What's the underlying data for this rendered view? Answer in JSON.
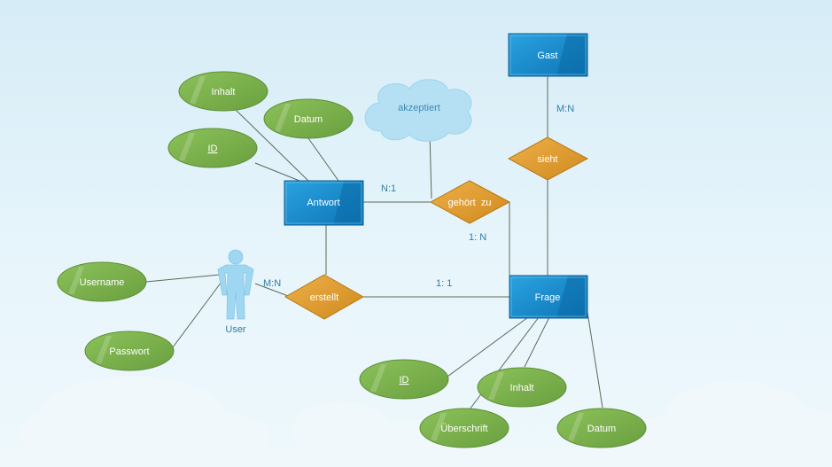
{
  "colors": {
    "entity": "#1a8fd1",
    "entity_dark": "#0b6aa6",
    "relationship": "#e09a26",
    "attribute": "#78ad4a",
    "user_figure": "#9fd6f1",
    "cloud": "#b5e0f4",
    "line": "#5a6a5a",
    "card_text": "#2f7ea6"
  },
  "entities": {
    "gast": "Gast",
    "antwort": "Antwort",
    "frage": "Frage"
  },
  "relationships": {
    "sieht": "sieht",
    "gehoert_zu": "gehört  zu",
    "erstellt": "erstellt"
  },
  "attributes": {
    "antwort_inhalt": "Inhalt",
    "antwort_datum": "Datum",
    "antwort_id": "ID",
    "user_username": "Username",
    "user_passwort": "Passwort",
    "frage_id": "ID",
    "frage_inhalt": "Inhalt",
    "frage_ueberschrift": "Überschrift",
    "frage_datum": "Datum"
  },
  "actor": {
    "user": "User",
    "icon": "person-icon"
  },
  "cloud": {
    "label": "akzeptiert"
  },
  "cardinalities": {
    "gast_sieht": "M:N",
    "antwort_gehoert": "N:1",
    "gehoert_frage": "1: N",
    "user_erstellt": "M:N",
    "erstellt_frage": "1: 1"
  }
}
